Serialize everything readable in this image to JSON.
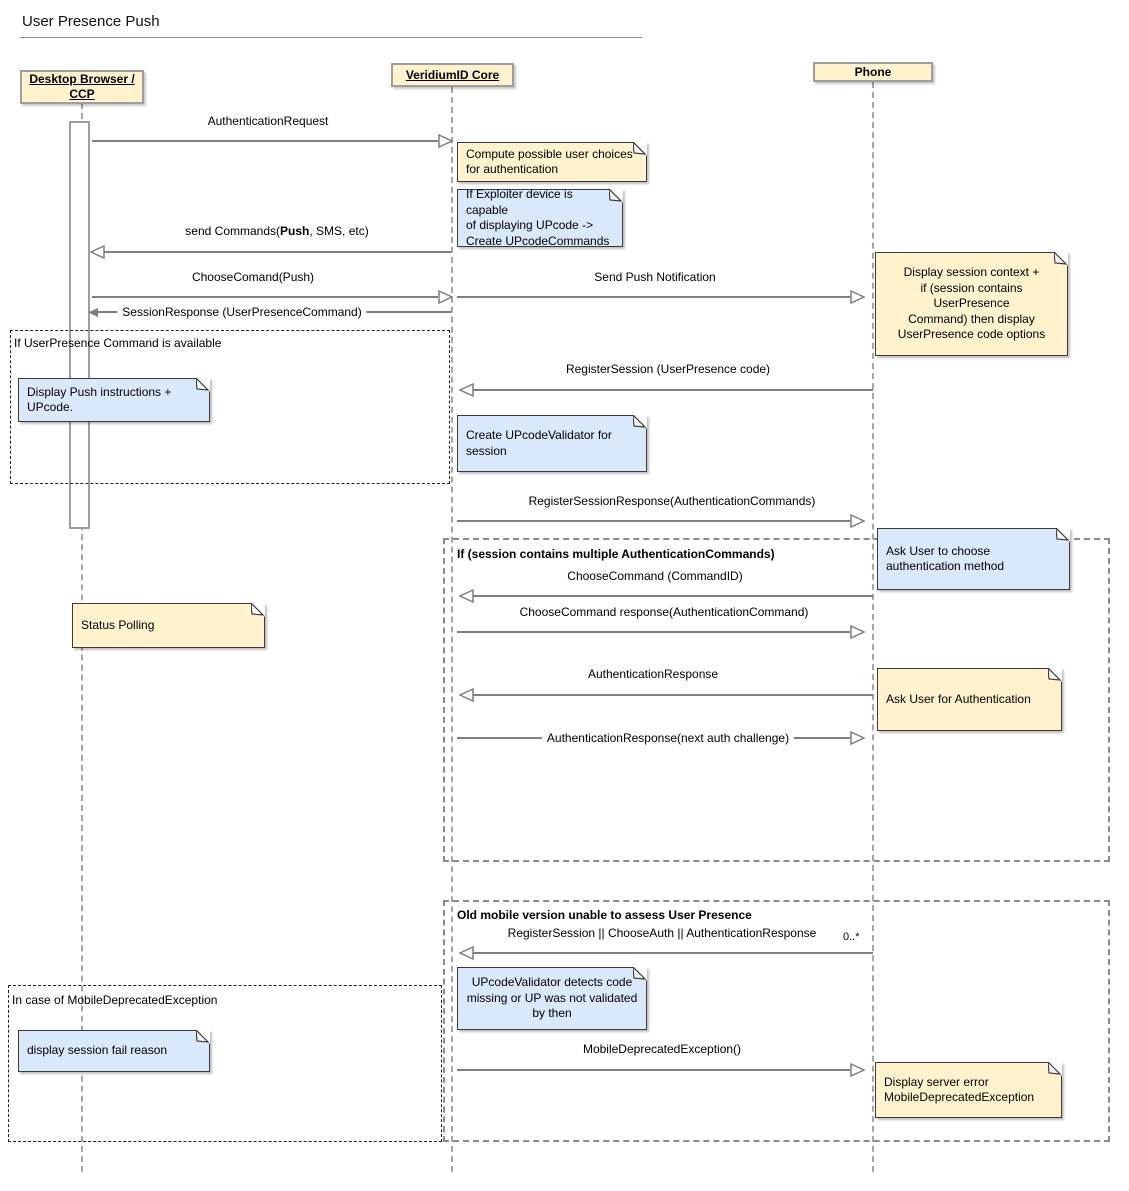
{
  "diagram": {
    "title": "User Presence Push",
    "colors": {
      "note_yellow": "#FFF2CC",
      "note_blue": "#DAE8FC",
      "actor_fill": "#FFF2CC",
      "arrow_gray": "#7f7f7f"
    },
    "actors": [
      {
        "lines": [
          "Desktop Browser /",
          "CCP"
        ]
      },
      {
        "lines": [
          "VeridiumID Core"
        ]
      },
      {
        "lines": [
          "Phone"
        ]
      }
    ],
    "fragments": [
      {
        "label": "If UserPresence Command is available"
      },
      {
        "label": "If (session contains multiple AuthenticationCommands)"
      },
      {
        "label": "Old mobile version unable to assess User Presence"
      },
      {
        "label": "In case of MobileDeprecatedException"
      }
    ],
    "messages": [
      {
        "label": "AuthenticationRequest"
      },
      {
        "prefix": "send Commands(",
        "bold": "Push",
        "suffix": ", SMS, etc)"
      },
      {
        "label": "ChooseComand(Push)"
      },
      {
        "label": "Send Push Notification"
      },
      {
        "label": "SessionResponse (UserPresenceCommand)"
      },
      {
        "label": "RegisterSession (UserPresence code)"
      },
      {
        "label": "RegisterSessionResponse(AuthenticationCommands)"
      },
      {
        "label": "ChooseCommand (CommandID)"
      },
      {
        "label": "ChooseCommand response(AuthenticationCommand)"
      },
      {
        "label": "AuthenticationResponse"
      },
      {
        "label": "AuthenticationResponse(next auth challenge)"
      },
      {
        "label": "RegisterSession || ChooseAuth || AuthenticationResponse",
        "multiplicity": "0..*"
      },
      {
        "label": "MobileDeprecatedException()"
      }
    ],
    "notes": [
      {
        "text": "Compute possible user choices\nfor authentication"
      },
      {
        "text": "If Exploiter device is capable\nof displaying UPcode ->\nCreate UPcodeCommands"
      },
      {
        "text": "Display session context +\nif (session contains UserPresence\nCommand) then display\nUserPresence code options"
      },
      {
        "text": "Display Push instructions +\nUPcode."
      },
      {
        "text": "Create UPcodeValidator for\nsession"
      },
      {
        "text": "Ask User to choose\nauthentication method"
      },
      {
        "text": "Status Polling"
      },
      {
        "text": "Ask User for Authentication"
      },
      {
        "text": "UPcodeValidator detects code\nmissing or UP was not validated\nby then"
      },
      {
        "text": "display session fail reason"
      },
      {
        "text": "Display server error\nMobileDeprecatedException"
      }
    ]
  }
}
